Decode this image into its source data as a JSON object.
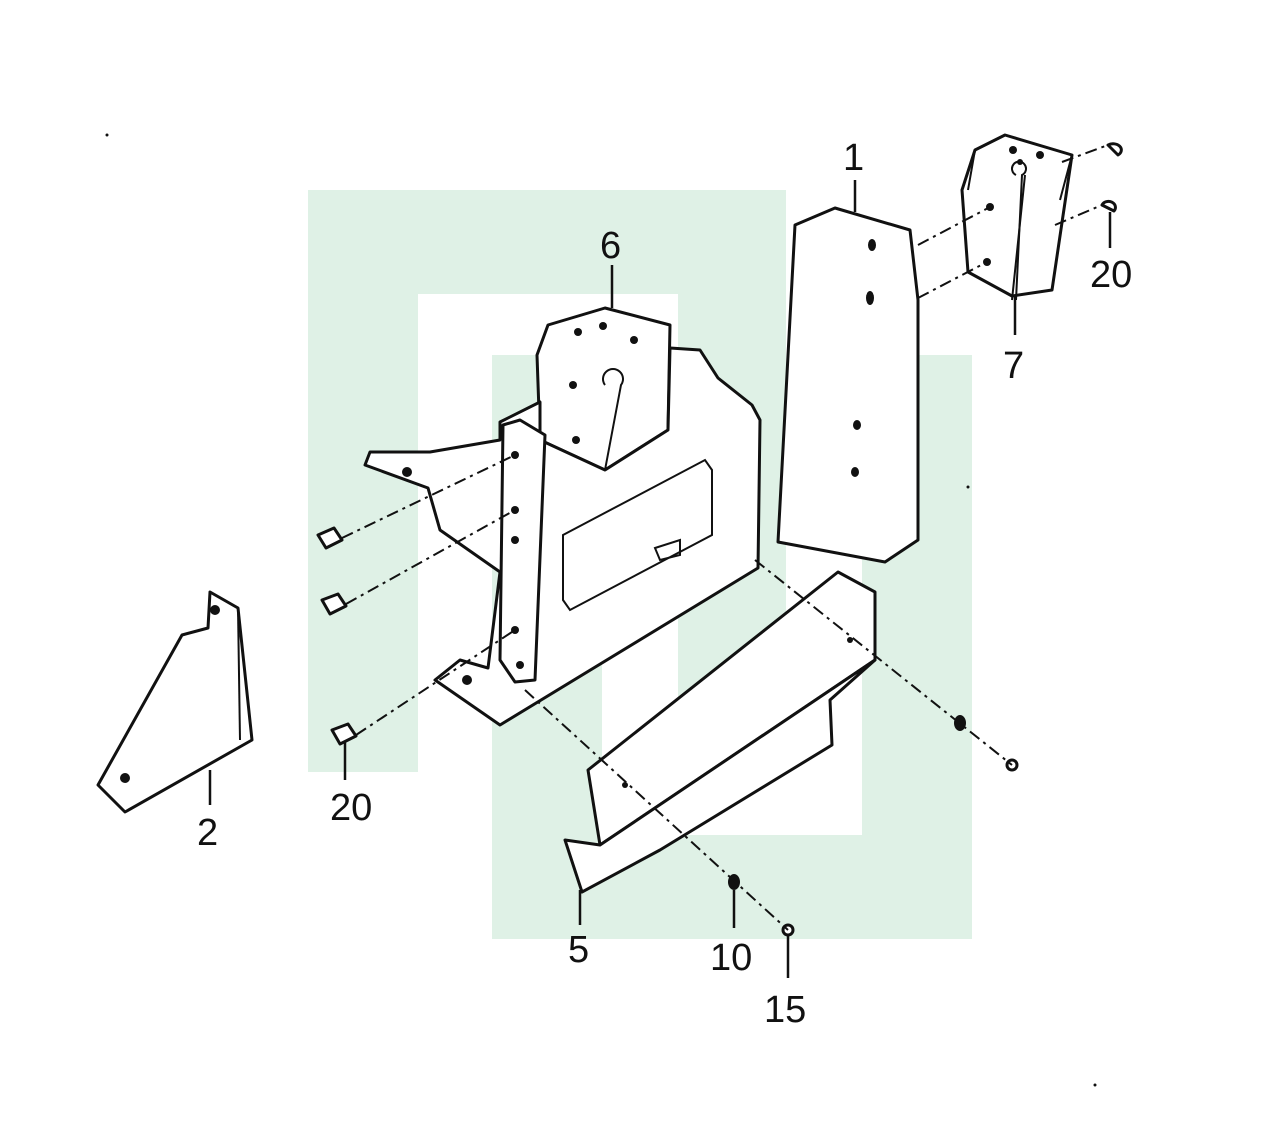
{
  "diagram": {
    "type": "exploded-parts-view",
    "watermark_color": "#dff1e6",
    "line_color": "#111111"
  },
  "parts": [
    {
      "id": "p1",
      "number": "1"
    },
    {
      "id": "p2",
      "number": "2"
    },
    {
      "id": "p5",
      "number": "5"
    },
    {
      "id": "p6",
      "number": "6"
    },
    {
      "id": "p7",
      "number": "7"
    },
    {
      "id": "p10",
      "number": "10"
    },
    {
      "id": "p15",
      "number": "15"
    },
    {
      "id": "p20a",
      "number": "20"
    },
    {
      "id": "p20b",
      "number": "20"
    }
  ]
}
